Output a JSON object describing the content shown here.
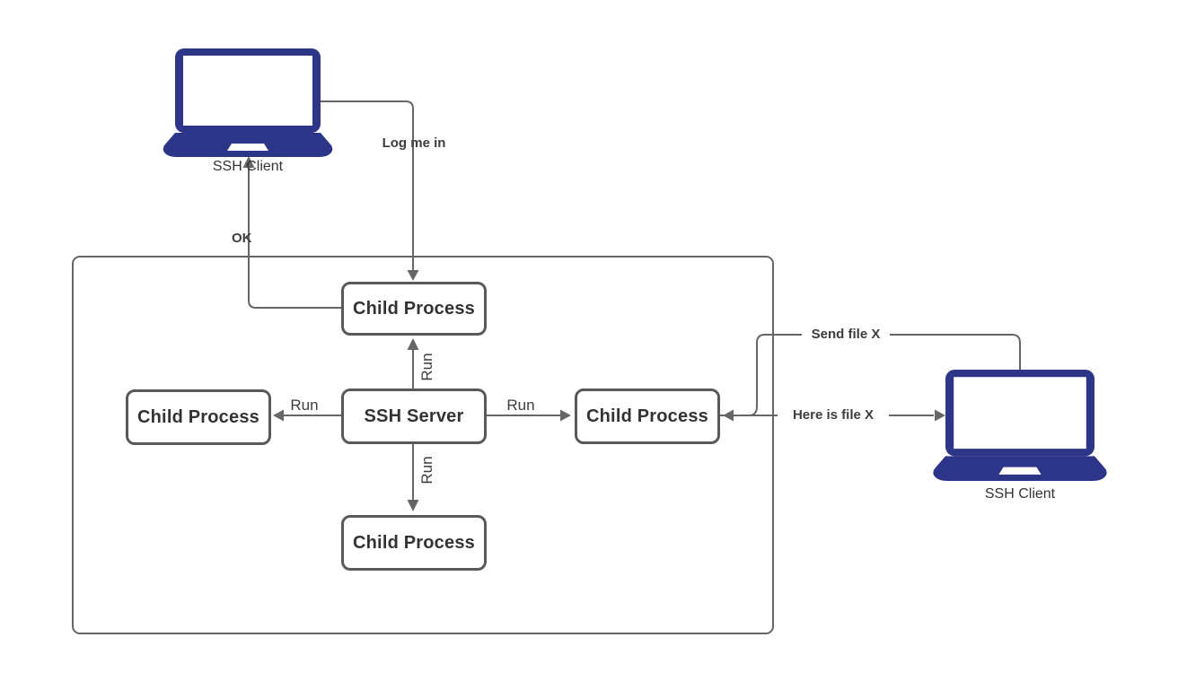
{
  "diagram": {
    "title": "SSH server and child processes diagram",
    "nodes": {
      "ssh_server": {
        "label": "SSH Server"
      },
      "child_top": {
        "label": "Child Process"
      },
      "child_left": {
        "label": "Child Process"
      },
      "child_right": {
        "label": "Child Process"
      },
      "child_bottom": {
        "label": "Child Process"
      }
    },
    "clients": {
      "left": {
        "label": "SSH Client"
      },
      "right": {
        "label": "SSH Client"
      }
    },
    "edge_labels": {
      "log_me_in": "Log me in",
      "ok": "OK",
      "run_up": "Run",
      "run_down": "Run",
      "run_left": "Run",
      "run_right": "Run",
      "send_file": "Send file X",
      "here_is_file": "Here is file X"
    },
    "colors": {
      "laptop_fill": "#2d3588",
      "edge_stroke": "#666666",
      "node_border": "#595959",
      "text": "#333333"
    }
  }
}
